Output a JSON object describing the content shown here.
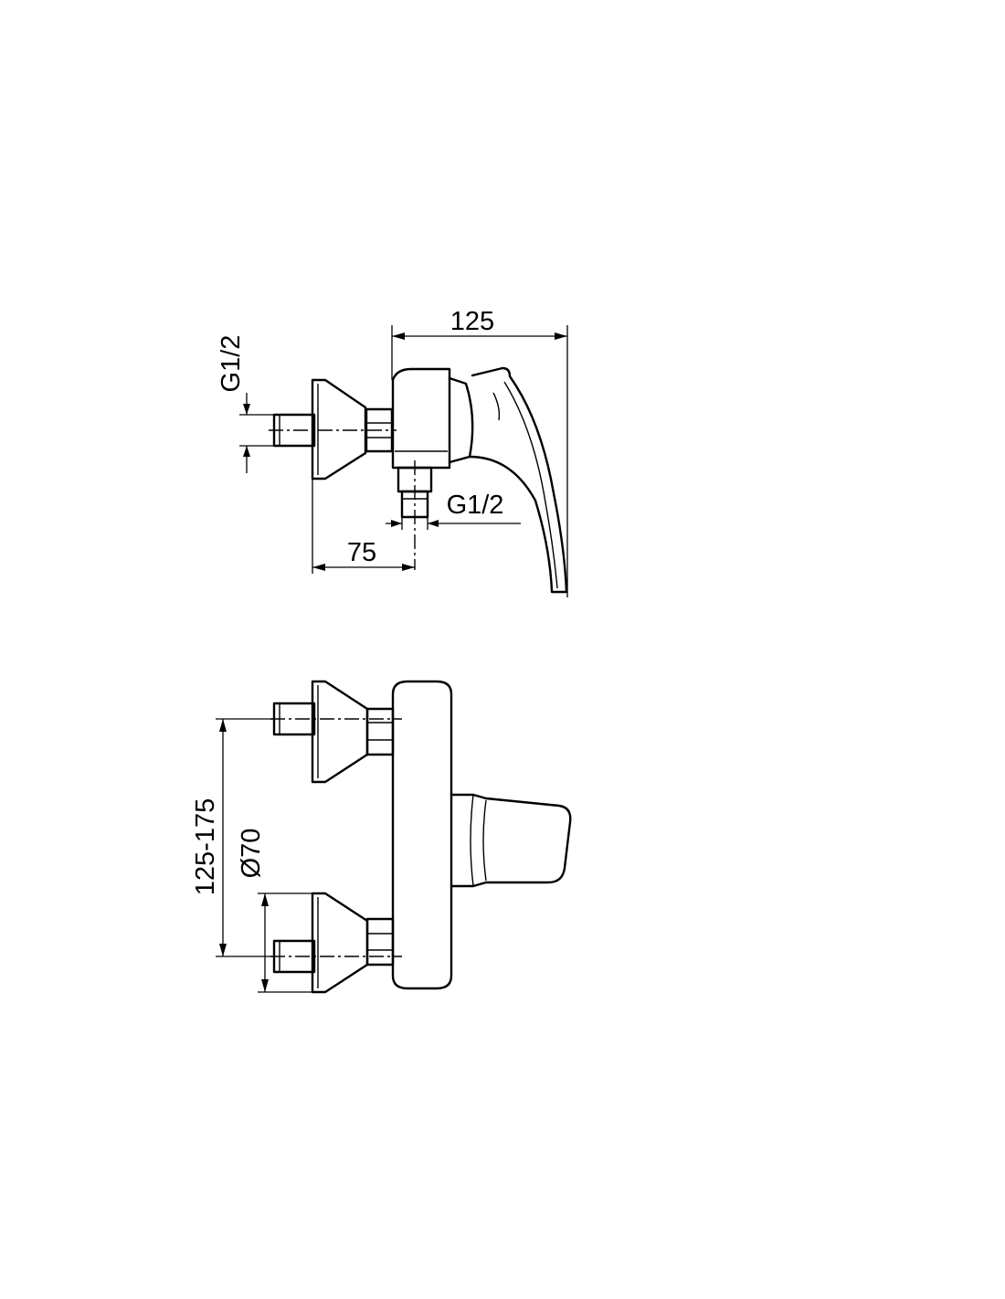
{
  "side_view": {
    "width_label": "125",
    "inlet_thread_label": "G1/2",
    "outlet_thread_label": "G1/2",
    "outlet_offset_label": "75"
  },
  "front_view": {
    "spacing_label": "125-175",
    "flange_diameter_label": "Ø70"
  },
  "colors": {
    "line": "#000000",
    "background": "#ffffff"
  }
}
